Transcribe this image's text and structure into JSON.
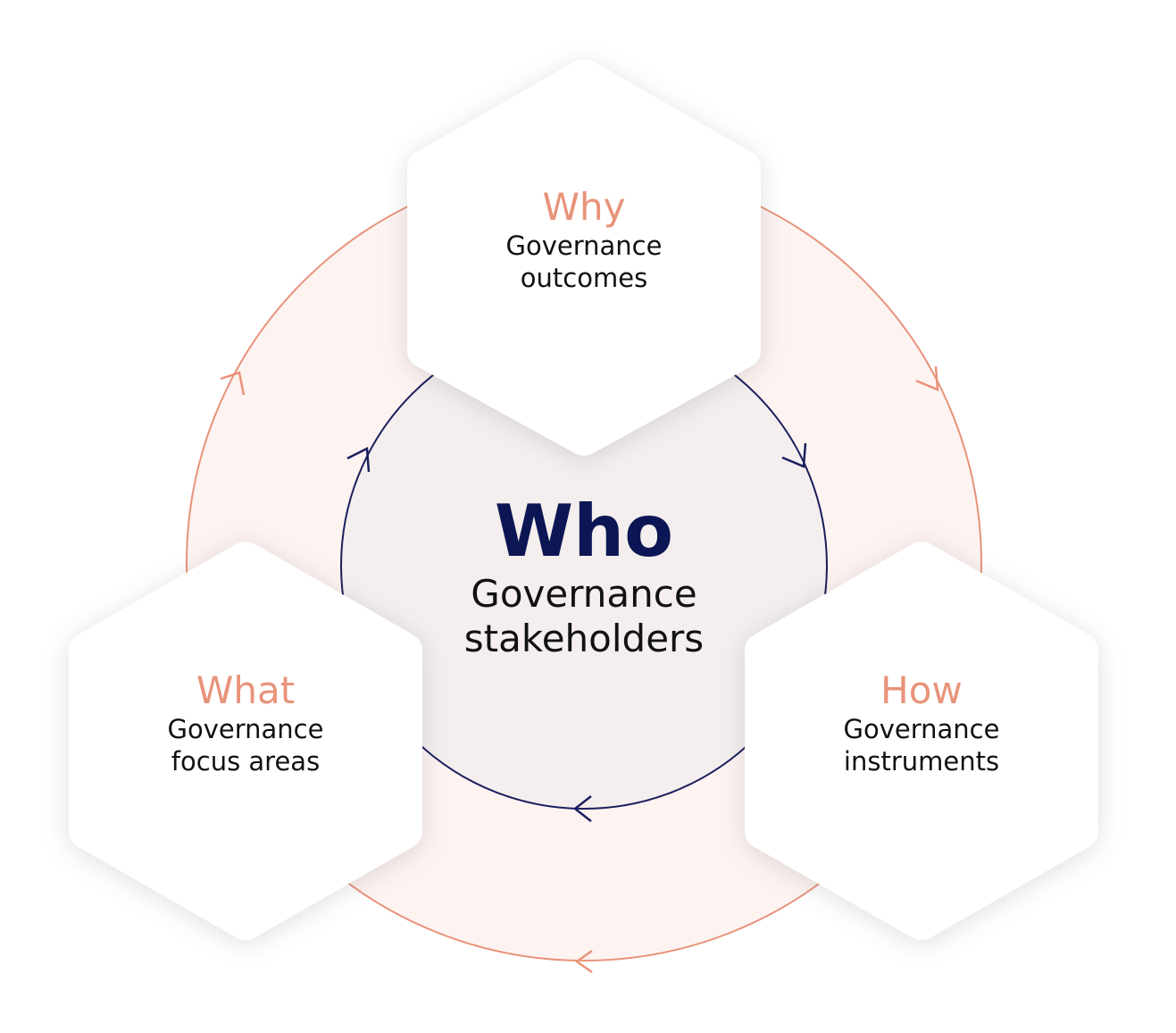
{
  "center": {
    "title": "Who",
    "subtitle_line1": "Governance",
    "subtitle_line2": "stakeholders"
  },
  "nodes": [
    {
      "id": "why",
      "title": "Why",
      "line1": "Governance",
      "line2": "outcomes"
    },
    {
      "id": "what",
      "title": "What",
      "line1": "Governance",
      "line2": "focus areas"
    },
    {
      "id": "how",
      "title": "How",
      "line1": "Governance",
      "line2": "instruments"
    }
  ],
  "colors": {
    "accent": "#e8937a",
    "navy": "#0d1654",
    "outer_fill": "#fdf3f1",
    "inner_fill": "#f4eeee",
    "inner_stroke": "#1b1f5e"
  }
}
